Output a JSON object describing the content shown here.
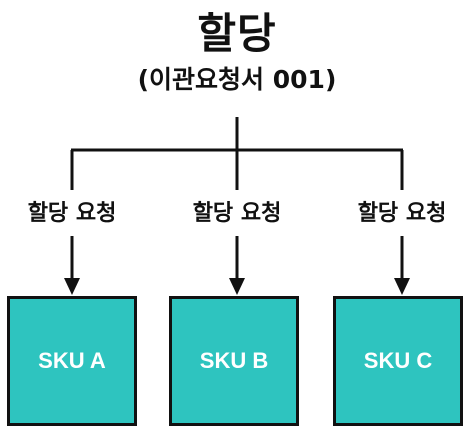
{
  "header": {
    "title": "할당",
    "subtitle": "(이관요청서 001)"
  },
  "branches": [
    {
      "label": "할당 요청",
      "sku": "SKU A"
    },
    {
      "label": "할당 요청",
      "sku": "SKU B"
    },
    {
      "label": "할당 요청",
      "sku": "SKU C"
    }
  ],
  "colors": {
    "box_fill": "#2ec4bf",
    "line": "#111111",
    "sku_text": "#ffffff"
  }
}
